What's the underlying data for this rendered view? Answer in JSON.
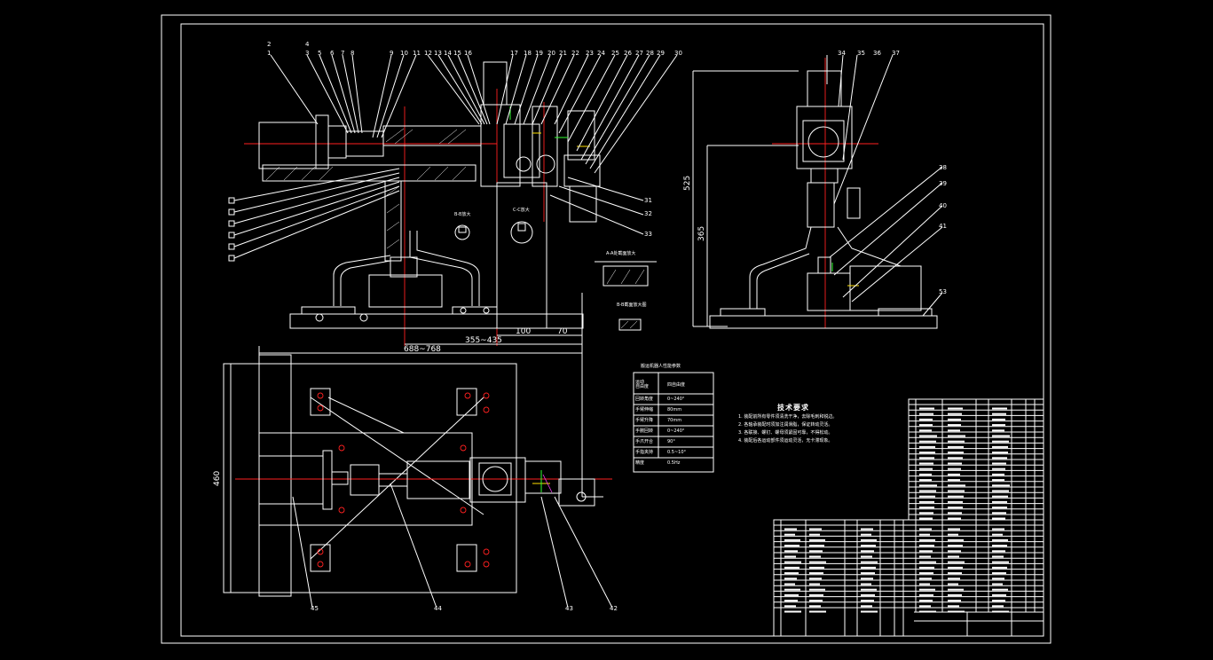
{
  "balloons_top": [
    "2",
    "1",
    "4",
    "3",
    "5",
    "6",
    "7",
    "8",
    "9",
    "10",
    "11",
    "12",
    "13",
    "14",
    "15",
    "16",
    "17",
    "18",
    "19",
    "20",
    "21",
    "22",
    "23",
    "24",
    "25",
    "26",
    "27",
    "28",
    "29",
    "30",
    "34",
    "35",
    "36",
    "37"
  ],
  "balloons_right": [
    "31",
    "32",
    "33",
    "38",
    "39",
    "40",
    "41",
    "53"
  ],
  "balloons_bottom": [
    "45",
    "44",
    "43",
    "42"
  ],
  "dimensions": {
    "d1": "100",
    "d2": "70",
    "d3": "355~435",
    "d4": "688~768",
    "d5": "525",
    "d6": "365",
    "d7": "460"
  },
  "section_labels": {
    "b": "B-B放大",
    "c": "C-C放大",
    "a": "A-A处截面放大",
    "bb": "B-B截面放大图"
  },
  "spec_table": {
    "title": "搬运机器人性能参数",
    "rows": [
      [
        "运动\n自由度",
        "四自由度"
      ],
      [
        "回转角度",
        "0~240°"
      ],
      [
        "手臂伸缩",
        "80mm"
      ],
      [
        "手臂升降",
        "70mm"
      ],
      [
        "手腕回转",
        "0~240°"
      ],
      [
        "手爪开合",
        "90°"
      ],
      [
        "手指夹持",
        "0.5~10°"
      ],
      [
        "精度",
        "0.5Hz"
      ]
    ]
  },
  "tech_req": {
    "title": "技术要求",
    "items": [
      "1. 装配前所有零件须清洗干净，去除毛刺和锐边。",
      "2. 各轴承装配时须加注润滑脂，保证转动灵活。",
      "3. 各联接、螺钉、螺母须紧固可靠，不得松动。",
      "4. 装配后各运动部件须运动灵活，无卡滞现象。"
    ]
  }
}
